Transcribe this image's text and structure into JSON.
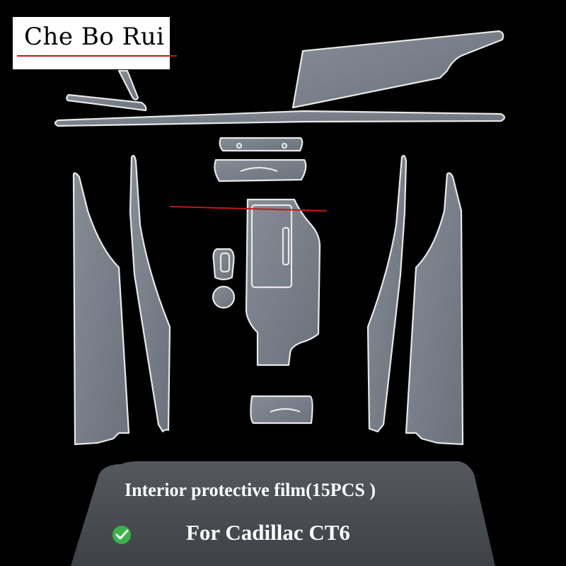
{
  "brand": {
    "name": "Che Bo Rui",
    "accent_color": "#c21818"
  },
  "caption": {
    "line1": "Interior protective film(15PCS )",
    "line2": "For Cadillac CT6"
  },
  "colors": {
    "background": "#000000",
    "film": "#7a808a",
    "film_outline": "#e8e8e8",
    "panel": "#4a4d52",
    "check": "#3bb34a"
  },
  "icons": {
    "check": "check-circle-icon"
  }
}
